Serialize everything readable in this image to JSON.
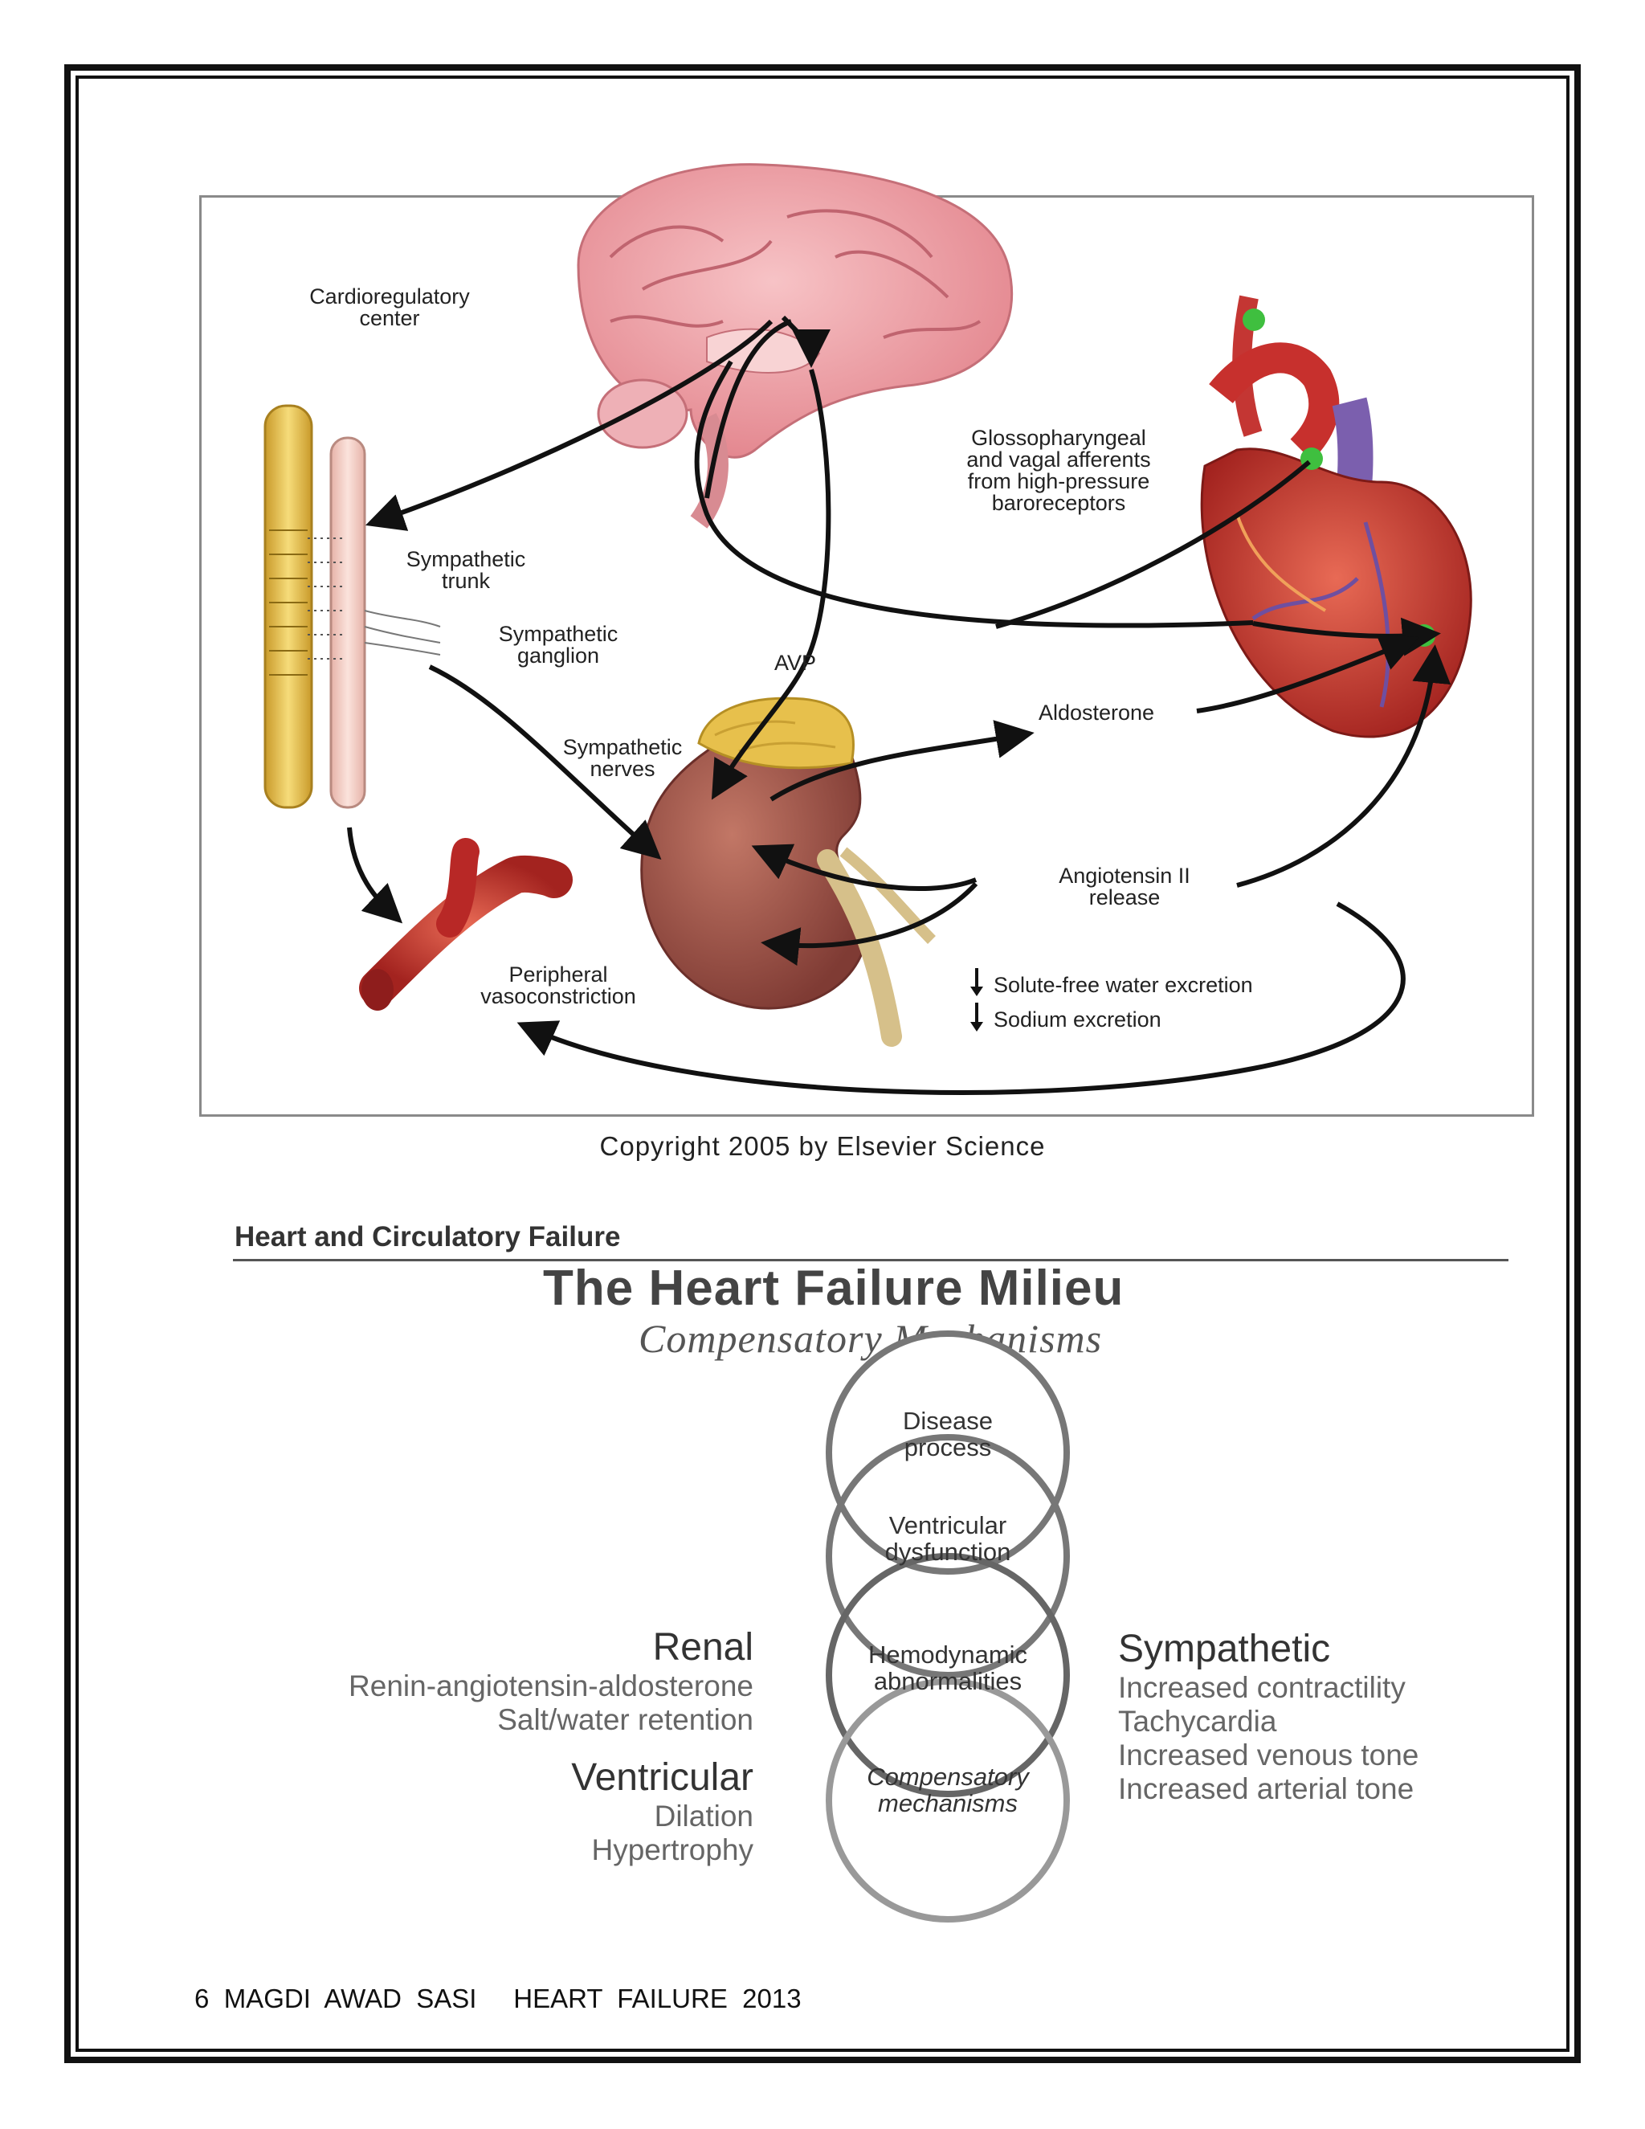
{
  "figure": {
    "labels": {
      "cardio_center": "Cardioregulatory\ncenter",
      "glossopharyngeal": "Glossopharyngeal\nand vagal afferents\nfrom high-pressure\nbaroreceptors",
      "symp_trunk": "Sympathetic\ntrunk",
      "symp_ganglion": "Sympathetic\nganglion",
      "avp": "AVP",
      "aldosterone": "Aldosterone",
      "symp_nerves": "Sympathetic\nnerves",
      "angiotensin": "Angiotensin II\nrelease",
      "peripheral": "Peripheral\nvasoconstriction",
      "solute_free": "Solute-free water excretion",
      "sodium": "Sodium excretion"
    },
    "copyright": "Copyright 2005 by Elsevier Science",
    "colors": {
      "brain": "#f2a3aa",
      "heart": "#c9302c",
      "kidney": "#a0524a",
      "adrenal": "#e8c24a",
      "spine": "#e7c35a",
      "vessel": "#c92a2a",
      "baroreceptor": "#3fbf3f",
      "vein": "#7b5fae"
    }
  },
  "milieu": {
    "section_heading": "Heart and Circulatory Failure",
    "title": "The Heart Failure Milieu",
    "subtitle": "Compensatory Mechanisms",
    "circles": [
      "Disease\nprocess",
      "Ventricular\ndysfunction",
      "Hemodynamic\nabnormalities",
      "Compensatory\nmechanisms"
    ],
    "renal": {
      "heading": "Renal",
      "items": [
        "Renin-angiotensin-aldosterone",
        "Salt/water retention"
      ]
    },
    "ventricular": {
      "heading": "Ventricular",
      "items": [
        "Dilation",
        "Hypertrophy"
      ]
    },
    "sympathetic": {
      "heading": "Sympathetic",
      "items": [
        "Increased contractility",
        "Tachycardia",
        "Increased venous tone",
        "Increased arterial tone"
      ]
    }
  },
  "footer": "6  MAGDI  AWAD  SASI     HEART  FAILURE  2013"
}
